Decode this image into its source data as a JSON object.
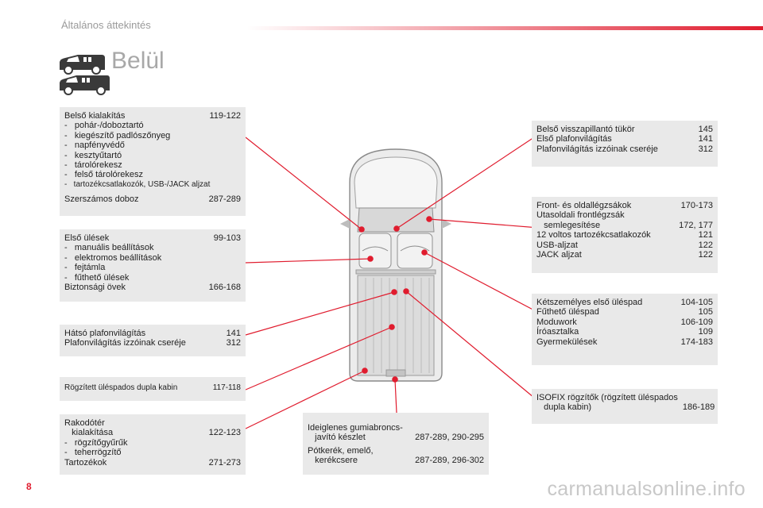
{
  "header": {
    "title": "Általános áttekintés"
  },
  "section": {
    "title": "Belül"
  },
  "colors": {
    "accent": "#e01c2e",
    "box_bg": "#e9e9e9",
    "watermark": "#c8c8c8"
  },
  "icons": [
    "van-icon-short",
    "van-icon-long"
  ],
  "left_boxes": {
    "interior": {
      "rows": [
        {
          "label": "Belső kialakítás",
          "pages": "119-122"
        },
        {
          "label": "-   pohár-/doboztartó",
          "pages": ""
        },
        {
          "label": "-   kiegészítő padlószőnyeg",
          "pages": ""
        },
        {
          "label": "-   napfényvédő",
          "pages": ""
        },
        {
          "label": "-   kesztyűtartó",
          "pages": ""
        },
        {
          "label": "-   tárolórekesz",
          "pages": ""
        },
        {
          "label": "-   felső tárolórekesz",
          "pages": ""
        },
        {
          "label": "-   tartozékcsatlakozók, USB-/JACK aljzat",
          "pages": ""
        }
      ],
      "extra": {
        "label": "Szerszámos doboz",
        "pages": "287-289"
      }
    },
    "front_seats": {
      "rows": [
        {
          "label": "Első ülések",
          "pages": "99-103"
        },
        {
          "label": "-   manuális beállítások",
          "pages": ""
        },
        {
          "label": "-   elektromos beállítások",
          "pages": ""
        },
        {
          "label": "-   fejtámla",
          "pages": ""
        },
        {
          "label": "-   fűthető ülések",
          "pages": ""
        },
        {
          "label": "Biztonsági övek",
          "pages": "166-168"
        }
      ]
    },
    "rear_light": {
      "rows": [
        {
          "label": "Hátsó plafonvilágítás",
          "pages": "141"
        },
        {
          "label": "Plafonvilágítás izzóinak cseréje",
          "pages": "312"
        }
      ]
    },
    "fixed_bench": {
      "rows": [
        {
          "label": "Rögzített üléspados dupla kabin",
          "pages": "117-118"
        }
      ]
    },
    "load_space": {
      "rows": [
        {
          "label": "Rakodótér\n   kialakítása",
          "pages": "122-123"
        },
        {
          "label": "-   rögzítőgyűrűk",
          "pages": ""
        },
        {
          "label": "-   teherrögzítő",
          "pages": ""
        },
        {
          "label": "Tartozékok",
          "pages": "271-273"
        }
      ]
    }
  },
  "right_boxes": {
    "mirror": {
      "rows": [
        {
          "label": "Belső visszapillantó tükör",
          "pages": "145"
        },
        {
          "label": "Első plafonvilágítás",
          "pages": "141"
        },
        {
          "label": "Plafonvilágítás izzóinak cseréje",
          "pages": "312"
        }
      ]
    },
    "vents": {
      "rows": [
        {
          "label": "Front- és oldallégzsákok",
          "pages": "170-173"
        },
        {
          "label": "Utasoldali frontlégzsák\n   semlegesítése",
          "pages": "172, 177"
        },
        {
          "label": "12 voltos tartozékcsatlakozók",
          "pages": "121"
        },
        {
          "label": "USB-aljzat",
          "pages": "122"
        },
        {
          "label": "JACK aljzat",
          "pages": "122"
        }
      ]
    },
    "bench": {
      "rows": [
        {
          "label": "Kétszemélyes első üléspad",
          "pages": "104-105"
        },
        {
          "label": "Fűthető üléspad",
          "pages": "105"
        },
        {
          "label": "Moduwork",
          "pages": "106-109"
        },
        {
          "label": "Íróasztalka",
          "pages": "109"
        },
        {
          "label": "Gyermekülések",
          "pages": "174-183"
        }
      ]
    },
    "isofix": {
      "rows": [
        {
          "label": "ISOFIX rögzítők (rögzített üléspados\n   dupla kabin)",
          "pages": "186-189"
        }
      ]
    }
  },
  "bottom_box": {
    "rows": [
      {
        "label": "Ideiglenes gumiabroncs-\n   javító készlet",
        "pages": "287-289, 290-295"
      },
      {
        "label": "Pótkerék, emelő,\n   kerékcsere",
        "pages": "287-289, 296-302"
      }
    ]
  },
  "footer": {
    "page_number": "8",
    "watermark": "carmanualsonline.info"
  }
}
